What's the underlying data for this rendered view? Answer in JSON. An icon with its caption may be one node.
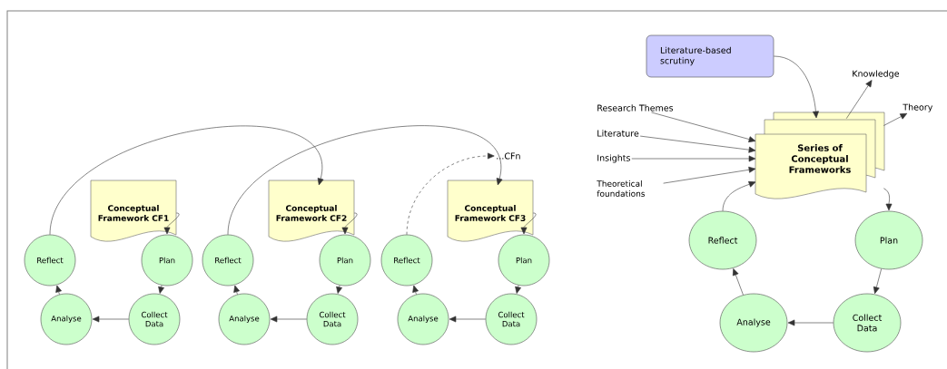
{
  "diagram": {
    "nodes": [
      {
        "text": [
          "Conceptual Framework CF1"
        ]
      },
      {
        "text": [
          "Plan"
        ]
      },
      {
        "text": [
          "Collect Data"
        ]
      },
      {
        "text": [
          "Analyse"
        ]
      },
      {
        "text": [
          "Reflect"
        ]
      },
      {
        "text": [
          "Conceptual Framework CF2"
        ]
      },
      {
        "text": [
          "Plan"
        ]
      },
      {
        "text": [
          "Collect Data"
        ]
      },
      {
        "text": [
          "Analyse"
        ]
      },
      {
        "text": [
          "Reflect"
        ]
      },
      {
        "text": [
          "Conceptual Framework CF3"
        ]
      },
      {
        "text": [
          "Plan"
        ]
      },
      {
        "text": [
          "Collect Data"
        ]
      },
      {
        "text": [
          "Analyse"
        ]
      },
      {
        "text": [
          "Reflect"
        ]
      },
      {
        "text": [
          "...CFn"
        ]
      },
      {
        "text": [
          "Literature-based scrutiny"
        ]
      },
      {
        "text": [
          "Knowledge"
        ]
      },
      {
        "text": [
          "Theory"
        ]
      },
      {
        "text": [
          "Research Themes"
        ]
      },
      {
        "text": [
          "Literature"
        ]
      },
      {
        "text": [
          "Insights"
        ]
      },
      {
        "text": [
          "Theoretical foundations"
        ]
      },
      {
        "text": [
          "Series of Conceptual Frameworks"
        ]
      },
      {
        "text": [
          "Plan"
        ]
      },
      {
        "text": [
          "Collect Data"
        ]
      },
      {
        "text": [
          "Analyse"
        ]
      },
      {
        "text": [
          "Reflect"
        ]
      }
    ],
    "edges": [
      {
        "from": 0,
        "to": 1,
        "arrow": "to"
      },
      {
        "from": 1,
        "to": 2,
        "arrow": "to"
      },
      {
        "from": 2,
        "to": 3,
        "arrow": "to"
      },
      {
        "from": 3,
        "to": 4,
        "arrow": "to"
      },
      {
        "from": 4,
        "to": 5,
        "arrow": "to"
      },
      {
        "from": 5,
        "to": 6,
        "arrow": "to"
      },
      {
        "from": 6,
        "to": 7,
        "arrow": "to"
      },
      {
        "from": 7,
        "to": 8,
        "arrow": "to"
      },
      {
        "from": 8,
        "to": 9,
        "arrow": "to"
      },
      {
        "from": 9,
        "to": 10,
        "arrow": "to"
      },
      {
        "from": 10,
        "to": 11,
        "arrow": "to"
      },
      {
        "from": 11,
        "to": 12,
        "arrow": "to"
      },
      {
        "from": 12,
        "to": 13,
        "arrow": "to"
      },
      {
        "from": 13,
        "to": 14,
        "arrow": "to"
      },
      {
        "from": 14,
        "to": 15,
        "arrow": "to",
        "style": "dashed"
      },
      {
        "from": 16,
        "to": 23,
        "arrow": "to"
      },
      {
        "from": 23,
        "to": 17,
        "arrow": "to"
      },
      {
        "from": 23,
        "to": 18,
        "arrow": "to"
      },
      {
        "from": 19,
        "to": 23,
        "arrow": "to"
      },
      {
        "from": 20,
        "to": 23,
        "arrow": "to"
      },
      {
        "from": 21,
        "to": 23,
        "arrow": "to"
      },
      {
        "from": 22,
        "to": 23,
        "arrow": "to"
      },
      {
        "from": 27,
        "to": 23,
        "arrow": "to"
      },
      {
        "from": 23,
        "to": 24,
        "arrow": "to"
      },
      {
        "from": 24,
        "to": 25,
        "arrow": "to"
      },
      {
        "from": 25,
        "to": 26,
        "arrow": "to"
      },
      {
        "from": 26,
        "to": 27,
        "arrow": "to"
      }
    ]
  }
}
